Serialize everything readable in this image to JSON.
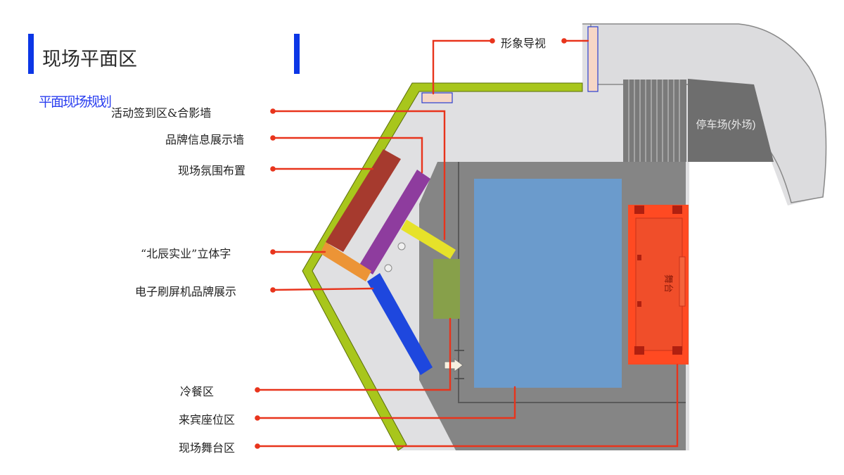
{
  "page": {
    "title": "现场平面区",
    "subtitle": "平面现场规划"
  },
  "labels": {
    "image_guide": "形象导视",
    "checkin": "活动签到区&合影墙",
    "brand_wall": "品牌信息展示墙",
    "atmosphere": "现场氛围布置",
    "letters": "“北辰实业”立体字",
    "screen": "电子刷屏机品牌展示",
    "cold_food": "冷餐区",
    "guest_seating": "来宾座位区",
    "stage_area": "现场舞台区",
    "parking": "停车场(外场)",
    "stage": "舞台"
  },
  "colors": {
    "accent_bar": "#0b36e6",
    "leader_line": "#e8341c",
    "floor_outline": "#a8c61c",
    "guest_area": "#6b9bcc",
    "stage": "#ff4a22"
  }
}
